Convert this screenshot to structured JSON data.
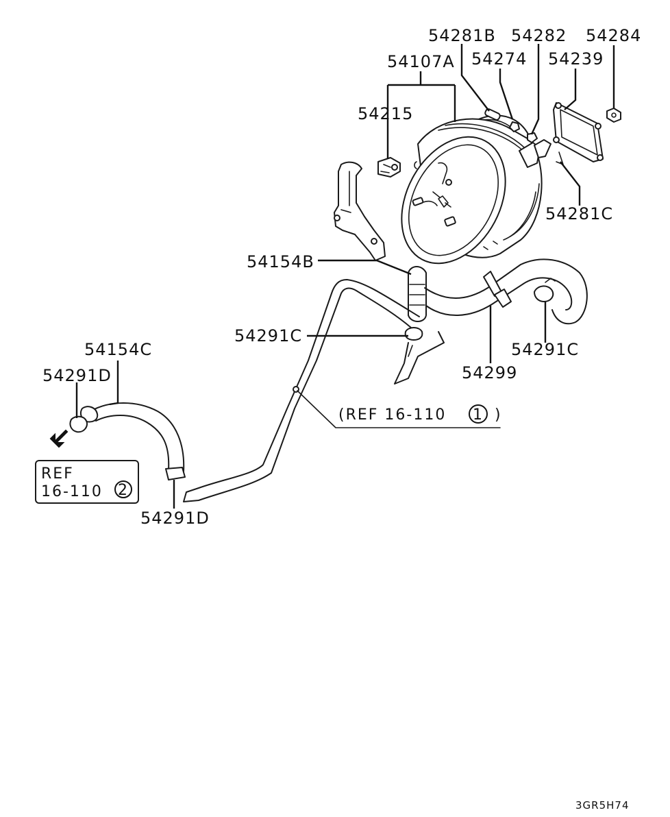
{
  "labels": {
    "p54281B": "54281B",
    "p54282": "54282",
    "p54284": "54284",
    "p54107A": "54107A",
    "p54274": "54274",
    "p54239": "54239",
    "p54215": "54215",
    "p54281C": "54281C",
    "p54154B": "54154B",
    "p54291C_left": "54291C",
    "p54291C_right": "54291C",
    "p54299": "54299",
    "p54154C": "54154C",
    "p54291D_top": "54291D",
    "p54291D_bottom": "54291D"
  },
  "ref1": {
    "text": "(REF 16-110",
    "circle": "1",
    "close": ")"
  },
  "ref2": {
    "line1": "REF",
    "line2": "16-110",
    "circle": "2"
  },
  "drawing_code": "3GR5H74"
}
